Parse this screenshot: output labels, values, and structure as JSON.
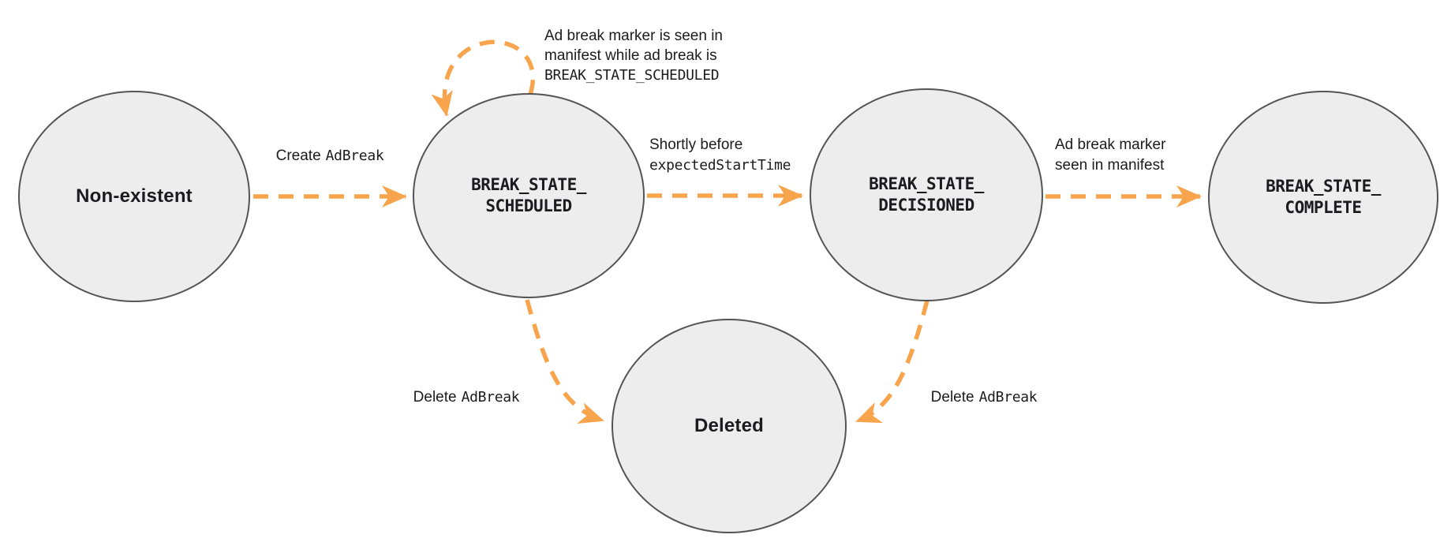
{
  "diagram": {
    "title_implied": "Ad break state transitions",
    "colors": {
      "arrow_orange": "#f8a44d",
      "node_fill": "#ededed",
      "node_stroke": "#545454",
      "text": "#1c1c1e",
      "background": "#ffffff"
    },
    "nodes": {
      "non_existent": {
        "label": "Non-existent"
      },
      "scheduled": {
        "label_line1": "BREAK_STATE_",
        "label_line2": "SCHEDULED"
      },
      "decisioned": {
        "label_line1": "BREAK_STATE_",
        "label_line2": "DECISIONED"
      },
      "complete": {
        "label_line1": "BREAK_STATE_",
        "label_line2": "COMPLETE"
      },
      "deleted": {
        "label": "Deleted"
      }
    },
    "edges": {
      "create": {
        "from": "non_existent",
        "to": "scheduled",
        "text": "Create",
        "code": "AdBreak"
      },
      "self_loop": {
        "from": "scheduled",
        "to": "scheduled",
        "line1": "Ad break marker is seen in",
        "line2": "manifest while ad break is",
        "code_line": "BREAK_STATE_SCHEDULED"
      },
      "shortly_before": {
        "from": "scheduled",
        "to": "decisioned",
        "text": "Shortly before",
        "code": "expectedStartTime"
      },
      "marker_seen": {
        "from": "decisioned",
        "to": "complete",
        "line1": "Ad break marker",
        "line2": "seen in manifest"
      },
      "delete_left": {
        "from": "scheduled",
        "to": "deleted",
        "text": "Delete",
        "code": "AdBreak"
      },
      "delete_right": {
        "from": "decisioned",
        "to": "deleted",
        "text": "Delete",
        "code": "AdBreak"
      }
    }
  }
}
